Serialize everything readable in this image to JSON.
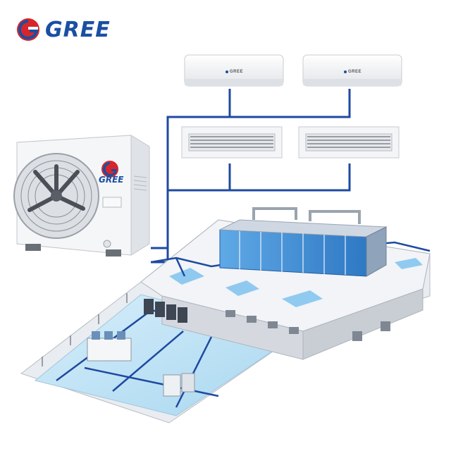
{
  "brand": {
    "name": "GREE",
    "logo_color": "#1a4fa3",
    "logo_red": "#d7262b"
  },
  "outdoor_unit": {
    "brand_badge": "GREE",
    "icon": "outdoor-condenser-icon"
  },
  "indoor_units": {
    "wall_units": [
      {
        "brand": "GREE",
        "icon": "wall-split-ac-icon"
      },
      {
        "brand": "GREE",
        "icon": "wall-split-ac-icon"
      }
    ],
    "duct_units": [
      {
        "icon": "ceiling-duct-grille-icon"
      },
      {
        "icon": "ceiling-duct-grille-icon"
      }
    ]
  },
  "pipe_color": "#1e4aa0",
  "building": {
    "icon": "cutaway-building-floorplan-icon",
    "floor_color": "#bfe2f5",
    "equipment_color": "#3d8fd6"
  }
}
